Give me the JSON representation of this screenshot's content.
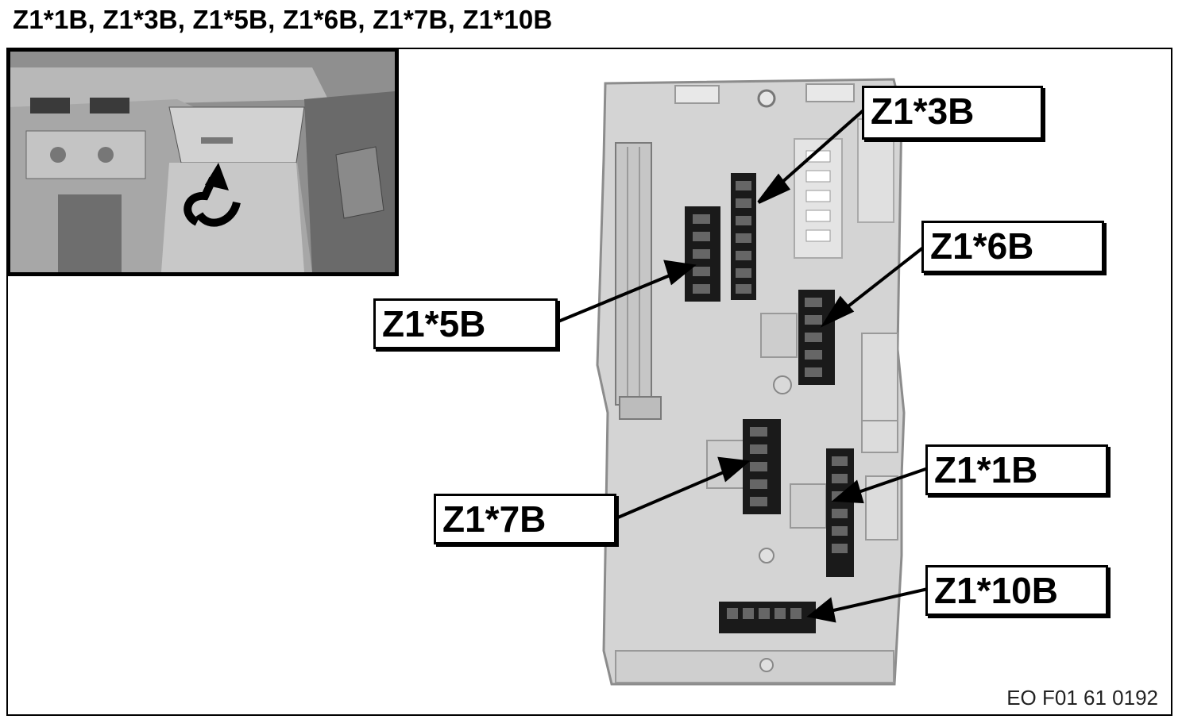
{
  "title": "Z1*1B, Z1*3B, Z1*5B, Z1*6B, Z1*7B, Z1*10B",
  "inset": {
    "description_icon": "curved-arrow-icon"
  },
  "callouts": {
    "z1_3b": "Z1*3B",
    "z1_6b": "Z1*6B",
    "z1_5b": "Z1*5B",
    "z1_1b": "Z1*1B",
    "z1_7b": "Z1*7B",
    "z1_10b": "Z1*10B"
  },
  "reference_code": "EO F01 61 0192",
  "colors": {
    "module_body": "#d2d2d2",
    "connector": "#1a1a1a",
    "outline": "#000000"
  }
}
